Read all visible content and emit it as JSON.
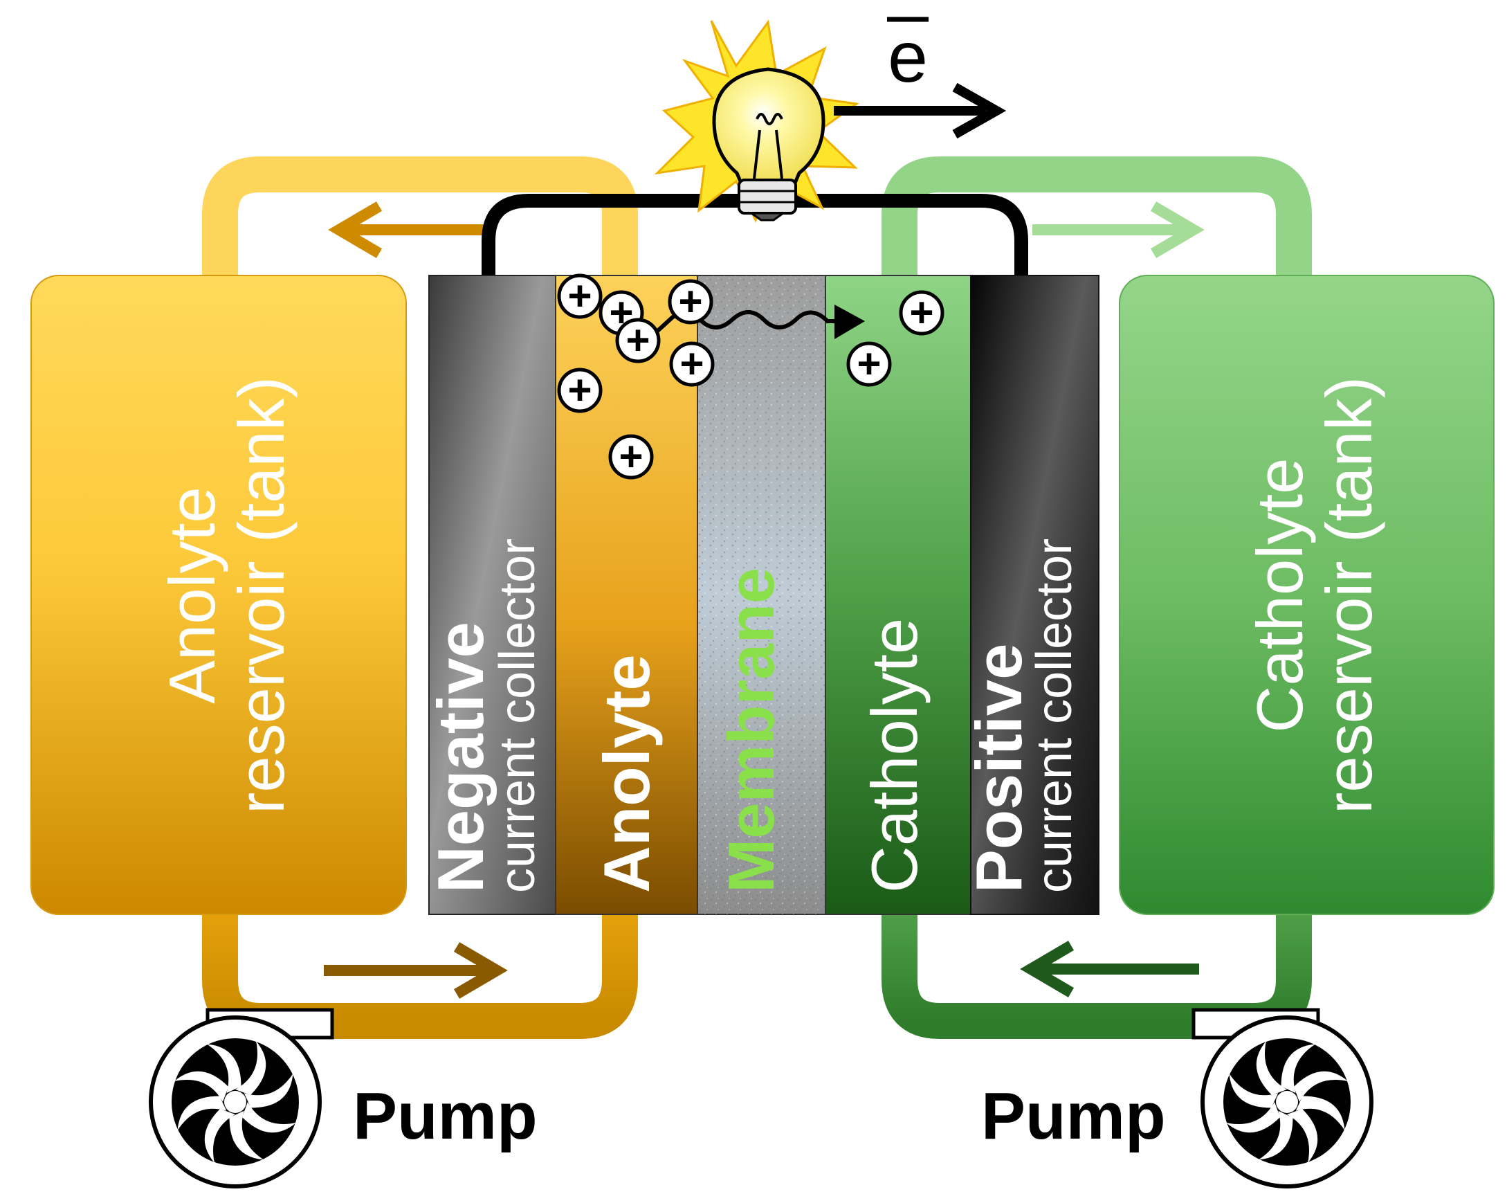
{
  "labels": {
    "anolyte_reservoir_line1": "Anolyte",
    "anolyte_reservoir_line2": "reservoir (tank)",
    "negative_collector_line1": "Negative",
    "negative_collector_line2": "current collector",
    "anolyte": "Anolyte",
    "membrane": "Membrane",
    "catholyte": "Catholyte",
    "positive_collector_line1": "Positive",
    "positive_collector_line2": "current collector",
    "catholyte_reservoir_line1": "Catholyte",
    "catholyte_reservoir_line2": "reservoir (tank)",
    "pump_left": "Pump",
    "pump_right": "Pump",
    "electron": "e",
    "ion_symbol": "+"
  },
  "colors": {
    "anolyte_light": "#ffd95a",
    "anolyte_dark": "#d48f00",
    "anolyte_pipe": "#e3a51a",
    "anolyte_arrow": "#8a5a00",
    "catholyte_light": "#93d488",
    "catholyte_dark": "#2c7d2c",
    "catholyte_pipe": "#4da04a",
    "membrane_label": "#8ae04a",
    "wire": "#000000"
  },
  "icons": {
    "bulb": "light-bulb-icon",
    "pump": "pump-impeller-icon",
    "ion": "cation-icon",
    "electron_arrow": "arrow-right-icon"
  }
}
